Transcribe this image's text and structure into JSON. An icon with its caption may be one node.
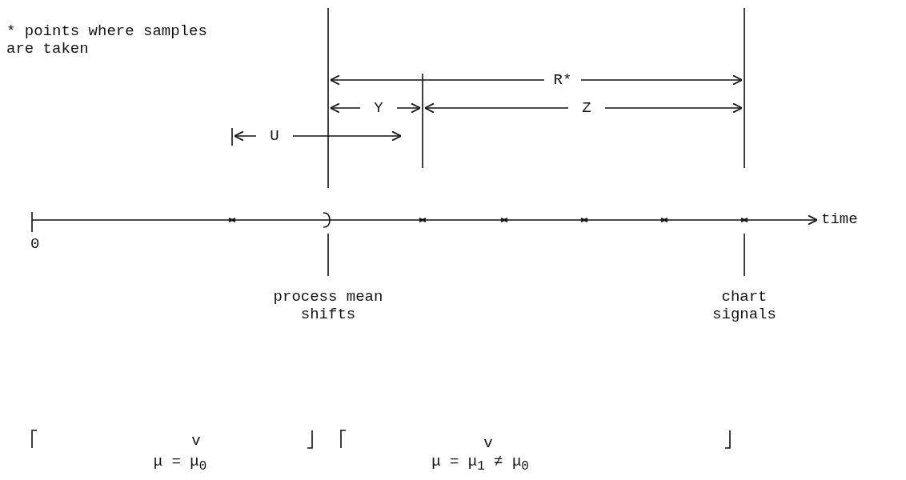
{
  "diagram": {
    "labels": [
      "* points where samples are taken",
      "R*",
      "Y",
      "Z",
      "U",
      "0",
      "time",
      "process mean shifts",
      "chart signals",
      "v",
      "μ = μ$_{0}$",
      "v",
      "μ = μ$_{1}$ ≠ μ$_{0}$"
    ]
  }
}
